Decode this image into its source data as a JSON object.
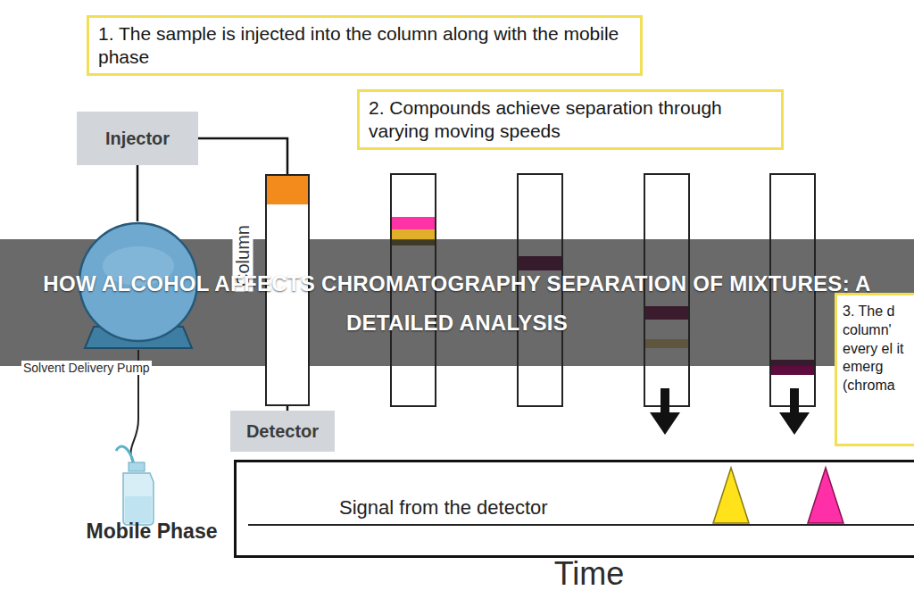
{
  "diagram": {
    "title": "HOW ALCOHOL AFFECTS CHROMATOGRAPHY SEPARATION OF MIXTURES: A DETAILED ANALYSIS",
    "nodes": [
      {
        "text": [
          "1. The sample is injected into the column along with the mobile phase"
        ]
      },
      {
        "text": [
          "2. Compounds achieve separation through varying moving speeds"
        ]
      },
      {
        "text": [
          "Injector"
        ]
      },
      {
        "text": [
          "Solvent Delivery Pump"
        ]
      },
      {
        "text": [
          "Column"
        ]
      },
      {
        "text": [
          "Detector"
        ]
      },
      {
        "text": [
          "3. The d column' every el it emerg (chroma"
        ]
      },
      {
        "text": [
          "Signal from the detector"
        ]
      }
    ],
    "edges": [
      {
        "from": 2,
        "to": 3,
        "arrow": "none"
      },
      {
        "from": 2,
        "to": 4,
        "arrow": "none"
      },
      {
        "from": 4,
        "to": 5,
        "arrow": "none"
      }
    ],
    "labels": [
      "Mobile Phase",
      "Time"
    ]
  }
}
